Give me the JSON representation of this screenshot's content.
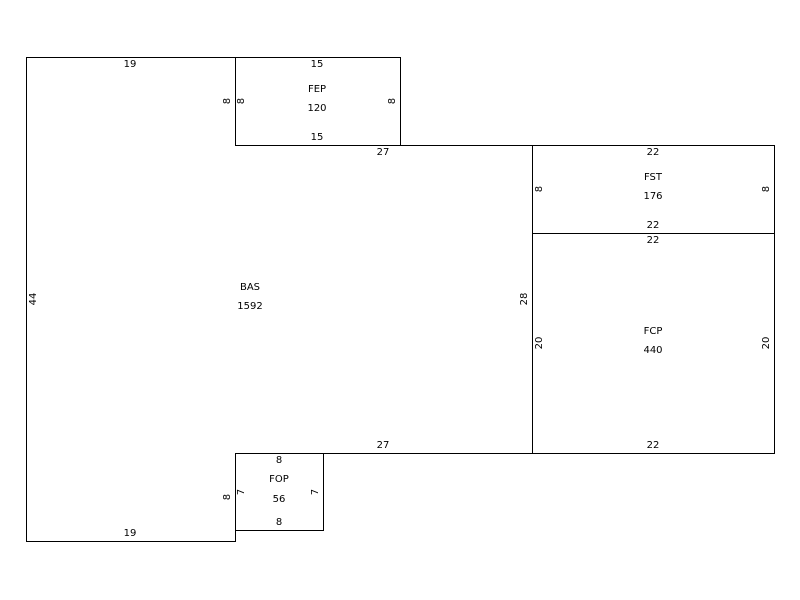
{
  "colors": {
    "background": "#ffffff",
    "line": "#000000"
  },
  "areas": {
    "bas": {
      "code": "BAS",
      "value": "1592"
    },
    "fep": {
      "code": "FEP",
      "value": "120"
    },
    "fst": {
      "code": "FST",
      "value": "176"
    },
    "fcp": {
      "code": "FCP",
      "value": "440"
    },
    "fop": {
      "code": "FOP",
      "value": "56"
    }
  },
  "dims": {
    "bas_top": "19",
    "bas_left": "44",
    "bas_bottom": "19",
    "bas_right_top": "27",
    "bas_right_vert": "28",
    "bas_right_bottom": "27",
    "bas_inner_top": "8",
    "bas_inner_bottom": "8",
    "fep_top": "15",
    "fep_bottom": "15",
    "fep_left": "8",
    "fep_right": "8",
    "fst_top": "22",
    "fst_bottom": "22",
    "fst_left": "8",
    "fst_right": "8",
    "fcp_top": "22",
    "fcp_bottom": "22",
    "fcp_left": "20",
    "fcp_right": "20",
    "fop_top": "8",
    "fop_bottom": "8",
    "fop_left": "7",
    "fop_right": "7"
  }
}
